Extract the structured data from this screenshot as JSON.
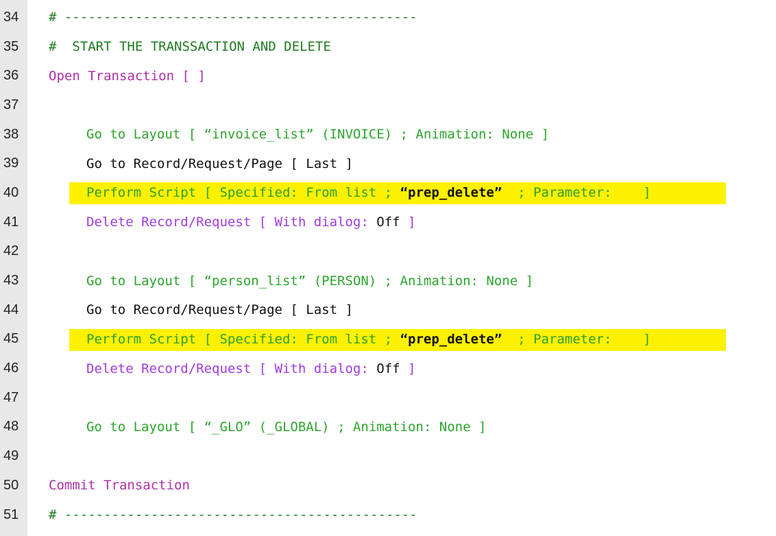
{
  "colors": {
    "comment": "#1f7a1f",
    "control_step": "#b02fa8",
    "delete_step": "#a03be0",
    "navigation_step": "#2ca52c",
    "plain_step": "#111111",
    "highlight": "#fdf100",
    "gutter": "#e8e8e8"
  },
  "lines": [
    {
      "number": "34",
      "text": "# ---------------------------------------------"
    },
    {
      "number": "35",
      "text": "#  START THE TRANSSACTION AND DELETE"
    },
    {
      "number": "36",
      "text": "Open Transaction [ ]"
    },
    {
      "number": "37",
      "text": ""
    },
    {
      "number": "38",
      "text": "Go to Layout [ “invoice_list” (INVOICE) ; Animation: None ]"
    },
    {
      "number": "39",
      "text": "Go to Record/Request/Page [ Last ]"
    },
    {
      "number": "40",
      "parts": [
        "Perform Script [ Specified: From list ; ",
        "“prep_delete”",
        "  ; Parameter:    ]"
      ]
    },
    {
      "number": "41",
      "parts": [
        "Delete Record/Request [ With dialog: ",
        "Off",
        " ]"
      ]
    },
    {
      "number": "42",
      "text": ""
    },
    {
      "number": "43",
      "text": "Go to Layout [ “person_list” (PERSON) ; Animation: None ]"
    },
    {
      "number": "44",
      "text": "Go to Record/Request/Page [ Last ]"
    },
    {
      "number": "45",
      "parts": [
        "Perform Script [ Specified: From list ; ",
        "“prep_delete”",
        "  ; Parameter:    ]"
      ]
    },
    {
      "number": "46",
      "parts": [
        "Delete Record/Request [ With dialog: ",
        "Off",
        " ]"
      ]
    },
    {
      "number": "47",
      "text": ""
    },
    {
      "number": "48",
      "text": "Go to Layout [ “_GLO” (_GLOBAL) ; Animation: None ]"
    },
    {
      "number": "49",
      "text": ""
    },
    {
      "number": "50",
      "text": "Commit Transaction"
    },
    {
      "number": "51",
      "text": "# ---------------------------------------------"
    }
  ]
}
